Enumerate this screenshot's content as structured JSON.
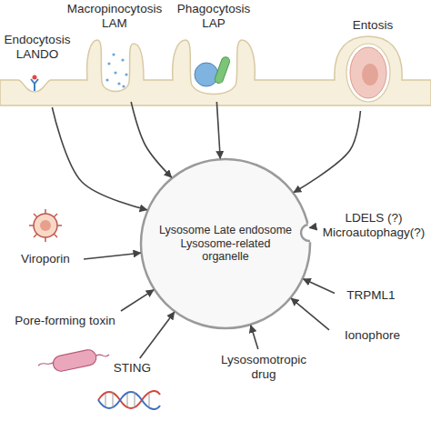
{
  "diagram": {
    "nodes": [
      {
        "text": [
          "Endocytosis LANDO"
        ]
      },
      {
        "text": [
          "Macropinocytosis LAM"
        ]
      },
      {
        "text": [
          "Phagocytosis LAP"
        ]
      },
      {
        "text": [
          "Entosis"
        ]
      },
      {
        "text": [
          "Lysosome Late endosome Lysosome-related organelle"
        ]
      },
      {
        "text": [
          "LDELS (?) Microautophagy(?)"
        ]
      },
      {
        "text": [
          "Viroporin"
        ]
      },
      {
        "text": [
          "TRPML1"
        ]
      },
      {
        "text": [
          "Pore-forming toxin"
        ]
      },
      {
        "text": [
          "Ionophore"
        ]
      },
      {
        "text": [
          "STING"
        ]
      },
      {
        "text": [
          "Lysosomotropic drug"
        ]
      }
    ],
    "edges": [
      {
        "from": 0,
        "to": 4,
        "arrow": "to"
      },
      {
        "from": 1,
        "to": 4,
        "arrow": "to"
      },
      {
        "from": 2,
        "to": 4,
        "arrow": "to"
      },
      {
        "from": 3,
        "to": 4,
        "arrow": "to"
      },
      {
        "from": 5,
        "to": 4,
        "arrow": "to"
      },
      {
        "from": 6,
        "to": 4,
        "arrow": "to"
      },
      {
        "from": 7,
        "to": 4,
        "arrow": "to"
      },
      {
        "from": 8,
        "to": 4,
        "arrow": "to"
      },
      {
        "from": 9,
        "to": 4,
        "arrow": "to"
      },
      {
        "from": 10,
        "to": 4,
        "arrow": "to"
      },
      {
        "from": 11,
        "to": 4,
        "arrow": "to"
      }
    ]
  }
}
